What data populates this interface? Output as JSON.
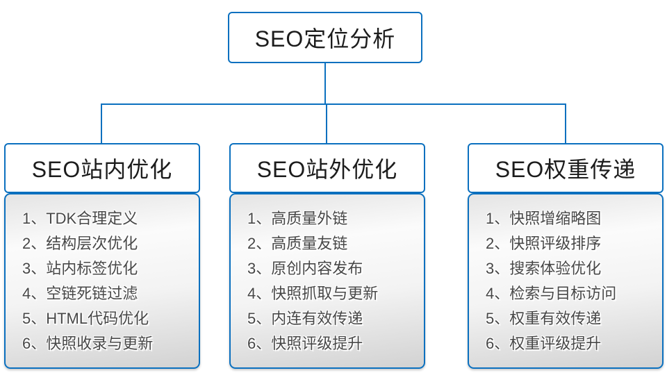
{
  "diagram": {
    "root": {
      "title": "SEO定位分析"
    },
    "columns": [
      {
        "header": "SEO站内优化",
        "items": [
          "1、TDK合理定义",
          "2、结构层次优化",
          "3、站内标签优化",
          "4、空链死链过滤",
          "5、HTML代码优化",
          "6、快照收录与更新"
        ]
      },
      {
        "header": "SEO站外优化",
        "items": [
          "1、高质量外链",
          "2、高质量友链",
          "3、原创内容发布",
          "4、快照抓取与更新",
          "5、内连有效传递",
          "6、快照评级提升"
        ]
      },
      {
        "header": "SEO权重传递",
        "items": [
          "1、快照增缩略图",
          "2、快照评级排序",
          "3、搜索体验优化",
          "4、检索与目标访问",
          "5、权重有效传递",
          "6、权重评级提升"
        ]
      }
    ],
    "colors": {
      "border_blue": "#0b70bf",
      "header_text": "#1c1c1c",
      "list_text": "#474747",
      "list_gradient_top": "#e4e4e4",
      "list_gradient_bottom": "#d2d2d2",
      "background": "#ffffff"
    }
  }
}
